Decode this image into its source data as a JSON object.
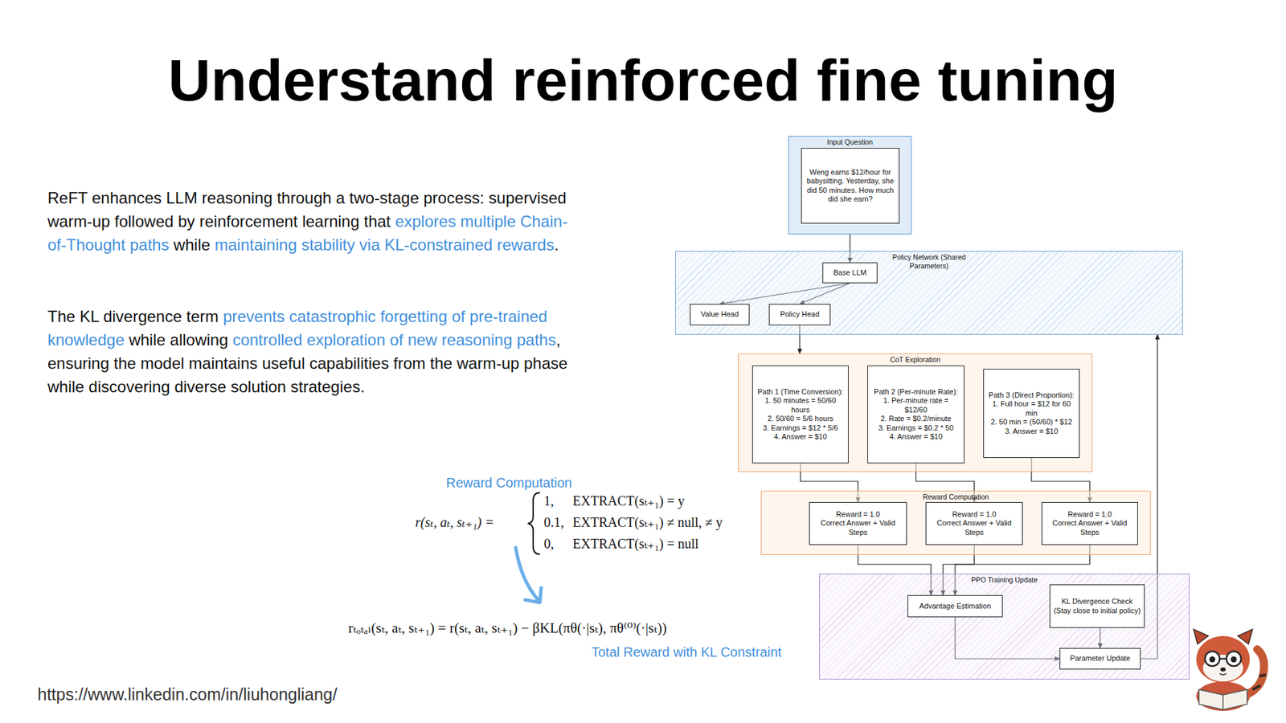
{
  "diagram": {
    "title": "Understand reinforced fine tuning",
    "nodes": [
      {
        "text": [
          "Input Question"
        ]
      },
      {
        "text": [
          "Weng earns $12/hour for babysitting. Yesterday, she did 50 minutes. How much did she earn?"
        ],
        "in": 0
      },
      {
        "text": [
          "Policy Network (Shared Parameters)"
        ]
      },
      {
        "text": [
          "Base LLM"
        ],
        "in": 2
      },
      {
        "text": [
          "Value Head"
        ],
        "in": 2
      },
      {
        "text": [
          "Policy Head"
        ],
        "in": 2
      },
      {
        "text": [
          "CoT Exploration"
        ]
      },
      {
        "text": [
          "Path 1 (Time Conversion):",
          "1. 50 minutes = 50/60 hours",
          "2. 50/60 = 5/6 hours",
          "3. Earnings = $12 * 5/6",
          "4. Answer = $10"
        ],
        "in": 6
      },
      {
        "text": [
          "Path 2 (Per-minute Rate):",
          "1. Per-minute rate = $12/60",
          "2. Rate = $0.2/minute",
          "3. Earnings = $0.2 * 50",
          "4. Answer = $10"
        ],
        "in": 6
      },
      {
        "text": [
          "Path 3 (Direct Proportion):",
          "1. Full hour = $12 for 60 min",
          "2. 50 min = (50/60) * $12",
          "3. Answer = $10"
        ],
        "in": 6
      },
      {
        "text": [
          "Reward Computation"
        ]
      },
      {
        "text": [
          "Reward = 1.0",
          "Correct Answer + Valid Steps"
        ],
        "in": 10
      },
      {
        "text": [
          "Reward = 1.0",
          "Correct Answer + Valid Steps"
        ],
        "in": 10
      },
      {
        "text": [
          "Reward = 1.0",
          "Correct Answer + Valid Steps"
        ],
        "in": 10
      },
      {
        "text": [
          "PPO Training Update"
        ]
      },
      {
        "text": [
          "Advantage Estimation"
        ],
        "in": 14
      },
      {
        "text": [
          "KL Divergence Check (Stay close to initial policy)"
        ],
        "in": 14
      },
      {
        "text": [
          "Parameter Update"
        ],
        "in": 14
      }
    ],
    "edges": [
      {
        "from": 0,
        "to": 3,
        "arrow": "to"
      },
      {
        "from": 3,
        "to": 4,
        "arrow": "to"
      },
      {
        "from": 3,
        "to": 5,
        "arrow": "to"
      },
      {
        "from": 5,
        "to": 6,
        "arrow": "to"
      },
      {
        "from": 7,
        "to": 11,
        "arrow": "to"
      },
      {
        "from": 8,
        "to": 12,
        "arrow": "to"
      },
      {
        "from": 9,
        "to": 13,
        "arrow": "to"
      },
      {
        "from": 11,
        "to": 15,
        "arrow": "to"
      },
      {
        "from": 12,
        "to": 15,
        "arrow": "to"
      },
      {
        "from": 13,
        "to": 15,
        "arrow": "to"
      },
      {
        "from": 15,
        "to": 17,
        "arrow": "to"
      },
      {
        "from": 16,
        "to": 17,
        "arrow": "to"
      },
      {
        "from": 17,
        "to": 2,
        "arrow": "to"
      }
    ],
    "labels": [
      "ReFT enhances LLM reasoning through a two-stage process: supervised warm-up followed by reinforcement learning that ",
      "explores multiple Chain-of-Thought paths",
      " while ",
      "maintaining stability via KL-constrained rewards",
      ".",
      "The KL divergence term ",
      "prevents catastrophic forgetting of pre-trained knowledge",
      " while allowing ",
      "controlled exploration of new reasoning paths",
      ", ensuring the model maintains useful capabilities from the warm-up phase while discovering diverse solution strategies.",
      "Reward Computation",
      "r(sₜ, aₜ, sₜ₊₁) =",
      "1,",
      "EXTRACT(sₜ₊₁) = y",
      "0.1,",
      "EXTRACT(sₜ₊₁) ≠ null, ≠ y",
      "0,",
      "EXTRACT(sₜ₊₁) = null",
      "rₜₒₜₐₗ(sₜ, aₜ, sₜ₊₁) = r(sₜ, aₜ, sₜ₊₁) − βKL(πθ(·|sₜ), πθ⁽⁰⁾(·|sₜ))",
      "Total Reward with KL Constraint",
      "https://www.linkedin.com/in/liuhongliang/"
    ]
  }
}
